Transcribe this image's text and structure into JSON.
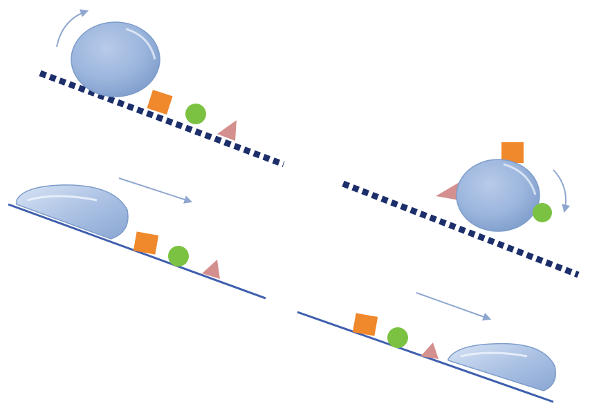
{
  "colors": {
    "background": "#ffffff",
    "droplet_fill": "#9bb5dc",
    "droplet_edge": "#7d9ccb",
    "droplet_highlight": "#dde8f6",
    "dashed_surface": "#1c2f6b",
    "smooth_surface": "#3f5fae",
    "square_particle": "#f0882c",
    "circle_particle": "#7cc242",
    "triangle_particle": "#d4908e",
    "arrow": "#8fa7cf"
  },
  "panels": [
    {
      "surface": "textured",
      "droplet": "rolling",
      "particles": "picked-up"
    },
    {
      "surface": "textured",
      "droplet": "rolling",
      "particles": "remaining"
    },
    {
      "surface": "smooth",
      "droplet": "sliding",
      "particles": "remaining"
    },
    {
      "surface": "smooth",
      "droplet": "sliding",
      "particles": "remaining"
    }
  ],
  "icons": [
    "curved-arrow-icon",
    "straight-arrow-icon"
  ]
}
